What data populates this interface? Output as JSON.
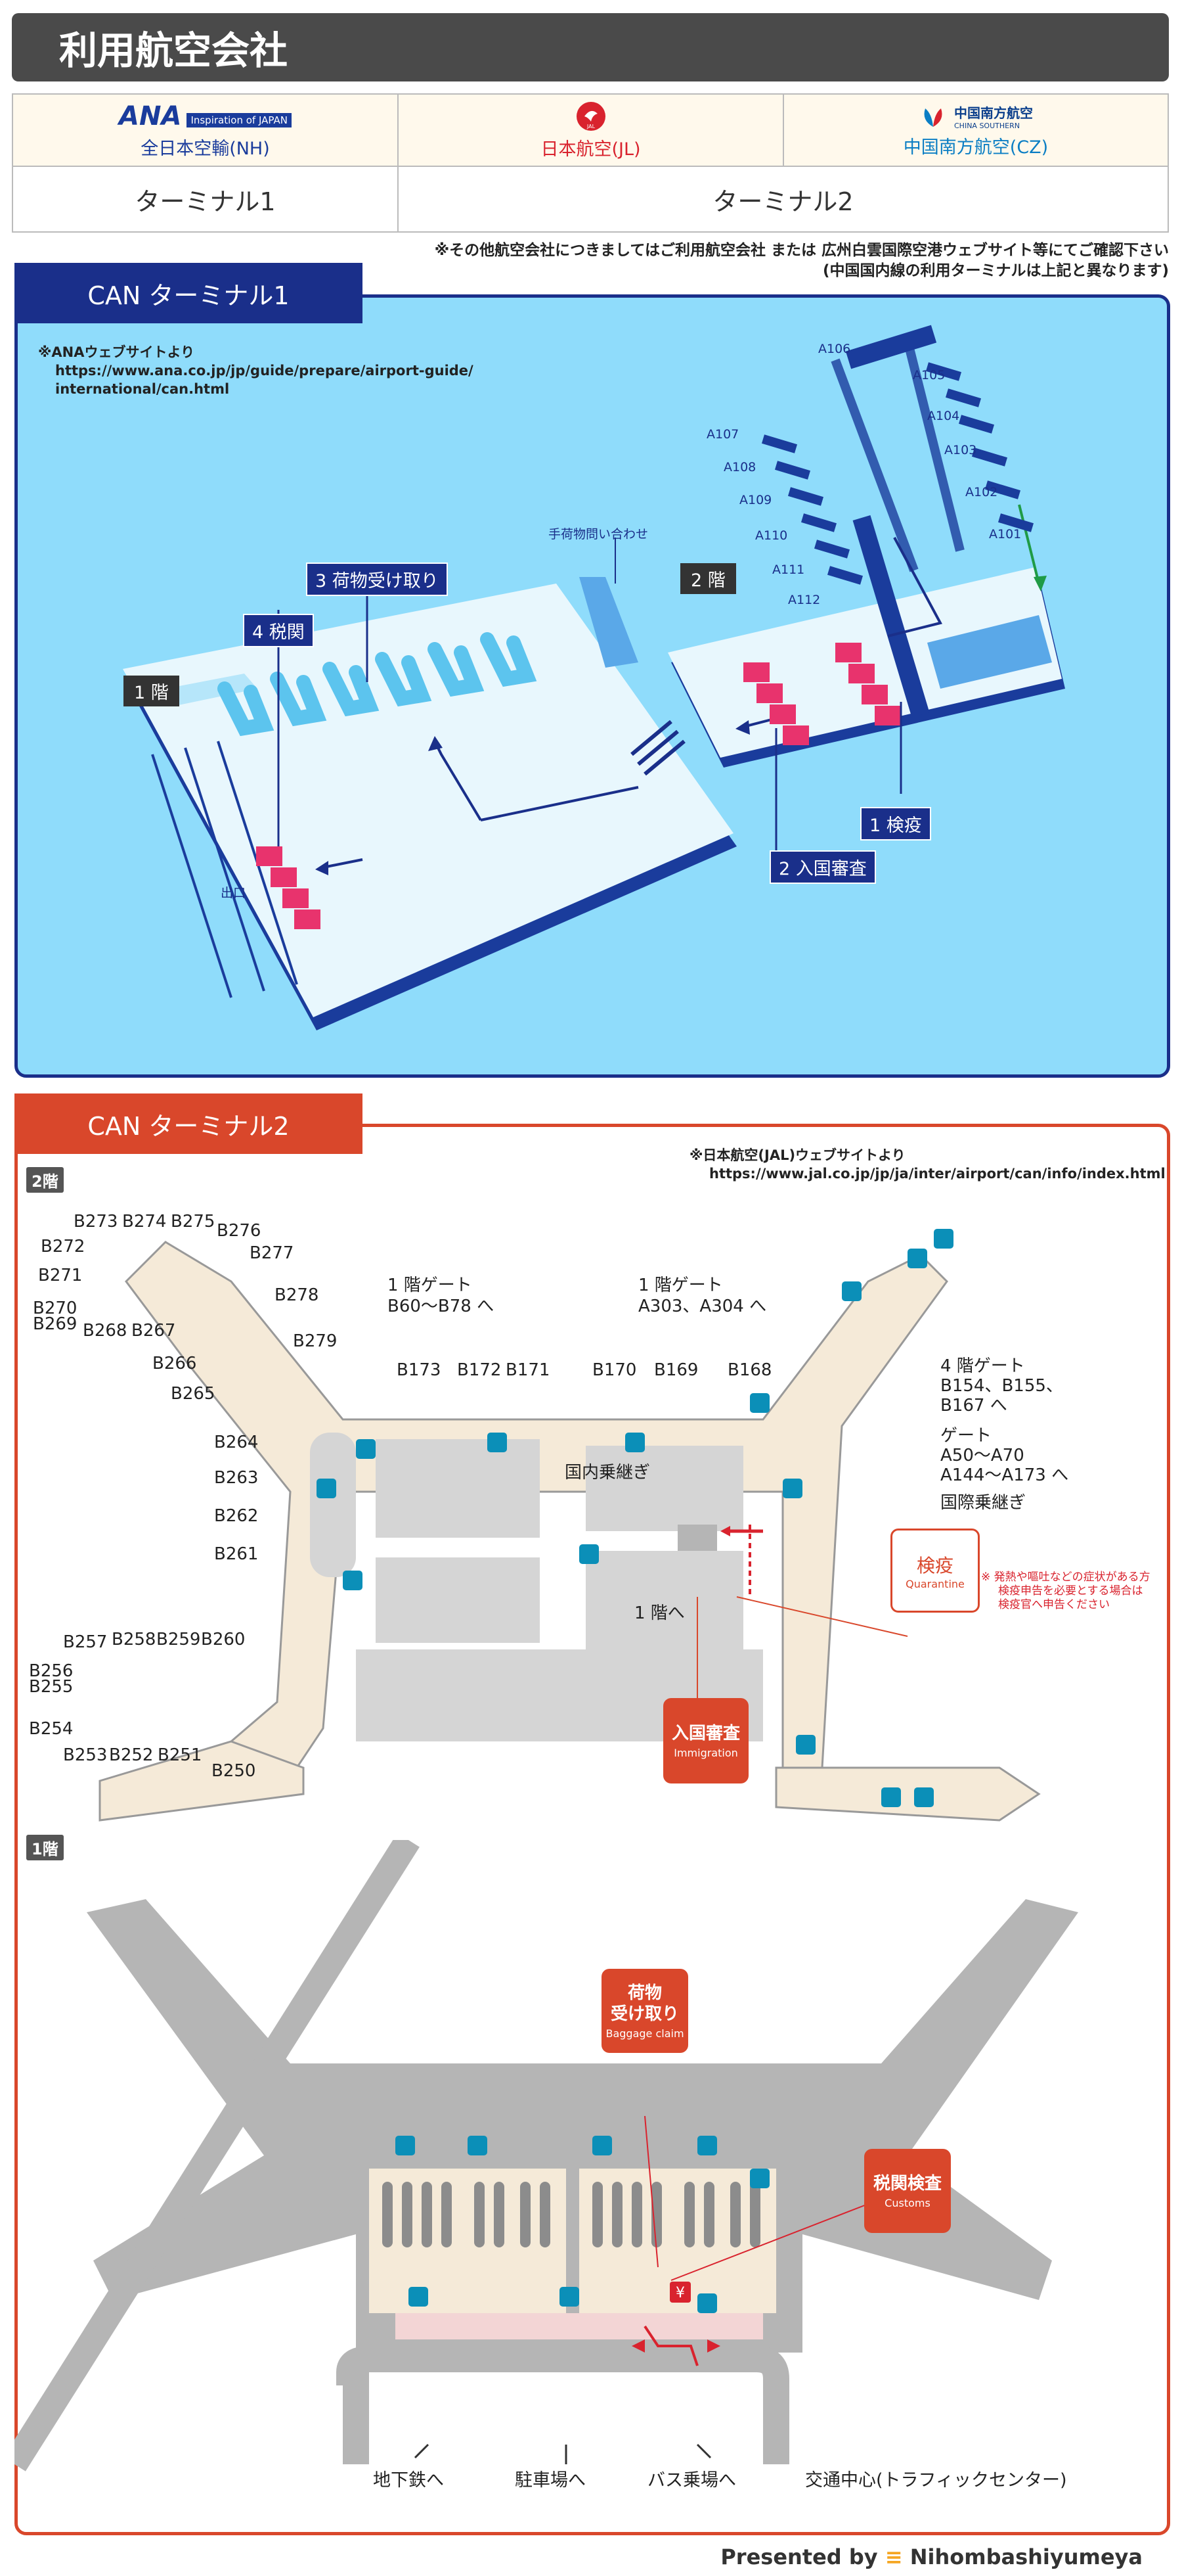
{
  "header": {
    "title": "利用航空会社"
  },
  "airlines": [
    {
      "logo_text": "ANA",
      "tagline": "Inspiration of JAPAN",
      "name": "全日本空輸(NH)"
    },
    {
      "logo_text": "JAL",
      "name": "日本航空(JL)"
    },
    {
      "logo_text": "中国南方航空",
      "logo_sub": "CHINA SOUTHERN",
      "name": "中国南方航空(CZ)"
    }
  ],
  "terminals": {
    "t1": "ターミナル1",
    "t2": "ターミナル2"
  },
  "notes": {
    "line1": "※その他航空会社につきましてはご利用航空会社 または 広州白雲国際空港ウェブサイト等にてご確認下さい",
    "line2": "(中国国内線の利用ターミナルは上記と異なります)"
  },
  "t1": {
    "heading": "CAN ターミナル1",
    "source_prefix": "※ANAウェブサイトより",
    "source_url1": "https://www.ana.co.jp/jp/guide/prepare/airport-guide/",
    "source_url2": "international/can.html",
    "floor1": "1 階",
    "floor2": "2 階",
    "baggage_inquiry": "手荷物問い合わせ",
    "exit": "出口",
    "steps": {
      "quarantine": "1 検疫",
      "immigration": "2 入国審査",
      "baggage": "3 荷物受け取り",
      "customs": "4 税関"
    },
    "gates": [
      "A106",
      "A105",
      "A104",
      "A103",
      "A102",
      "A101",
      "A107",
      "A108",
      "A109",
      "A110",
      "A111",
      "A112"
    ]
  },
  "t2": {
    "heading": "CAN ターミナル2",
    "source_prefix": "※日本航空(JAL)ウェブサイトより",
    "source_url": "https://www.jal.co.jp/jp/ja/inter/airport/can/info/index.html",
    "floor2": "2階",
    "floor1": "1階",
    "labels": {
      "gate1_west_l1": "1 階ゲート",
      "gate1_west_l2": "B60～B78 へ",
      "gate1_mid_l1": "1 階ゲート",
      "gate1_mid_l2": "A303、A304 へ",
      "gate4_l1": "4 階ゲート",
      "gate4_l2": "B154、B155、",
      "gate4_l3": "B167 へ",
      "gate_a_l1": "ゲート",
      "gate_a_l2": "A50～A70",
      "gate_a_l3": "A144～A173 へ",
      "domestic_transfer": "国内乗継ぎ",
      "intl_transfer": "国際乗継ぎ",
      "to_1f": "1 階へ"
    },
    "gates": {
      "b273": "B273",
      "b274": "B274",
      "b275": "B275",
      "b276": "B276",
      "b272": "B272",
      "b277": "B277",
      "b271": "B271",
      "b270": "B270",
      "b269": "B269",
      "b268": "B268",
      "b267": "B267",
      "b278": "B278",
      "b279": "B279",
      "b266": "B266",
      "b265": "B265",
      "b264": "B264",
      "b263": "B263",
      "b262": "B262",
      "b261": "B261",
      "b173": "B173",
      "b172": "B172",
      "b171": "B171",
      "b170": "B170",
      "b169": "B169",
      "b168": "B168",
      "b257": "B257",
      "b258": "B258",
      "b259": "B259",
      "b260": "B260",
      "b256": "B256",
      "b255": "B255",
      "b254": "B254",
      "b253": "B253",
      "b252": "B252",
      "b251": "B251",
      "b250": "B250"
    },
    "callouts": {
      "quarantine_ja": "検疫",
      "quarantine_en": "Quarantine",
      "quarantine_note1": "※ 発熱や嘔吐などの症状がある方",
      "quarantine_note2": "検疫申告を必要とする場合は",
      "quarantine_note3": "検疫官へ申告ください",
      "immigration_ja": "入国審査",
      "immigration_en": "Immigration",
      "baggage_ja1": "荷物",
      "baggage_ja2": "受け取り",
      "baggage_en": "Baggage claim",
      "customs_ja": "税関検査",
      "customs_en": "Customs"
    },
    "bottom": {
      "subway": "地下鉄へ",
      "parking": "駐車場へ",
      "bus": "バス乗場へ",
      "traffic": "交通中心(トラフィックセンター)",
      "yen": "¥"
    }
  },
  "footer": {
    "presented_by": "Presented by",
    "brand": "Nihombashiyumeya"
  },
  "colors": {
    "navy": "#1a2f8a",
    "red": "#d9472b",
    "t1_bg": "#8fdcfb",
    "pink": "#e8336d"
  }
}
